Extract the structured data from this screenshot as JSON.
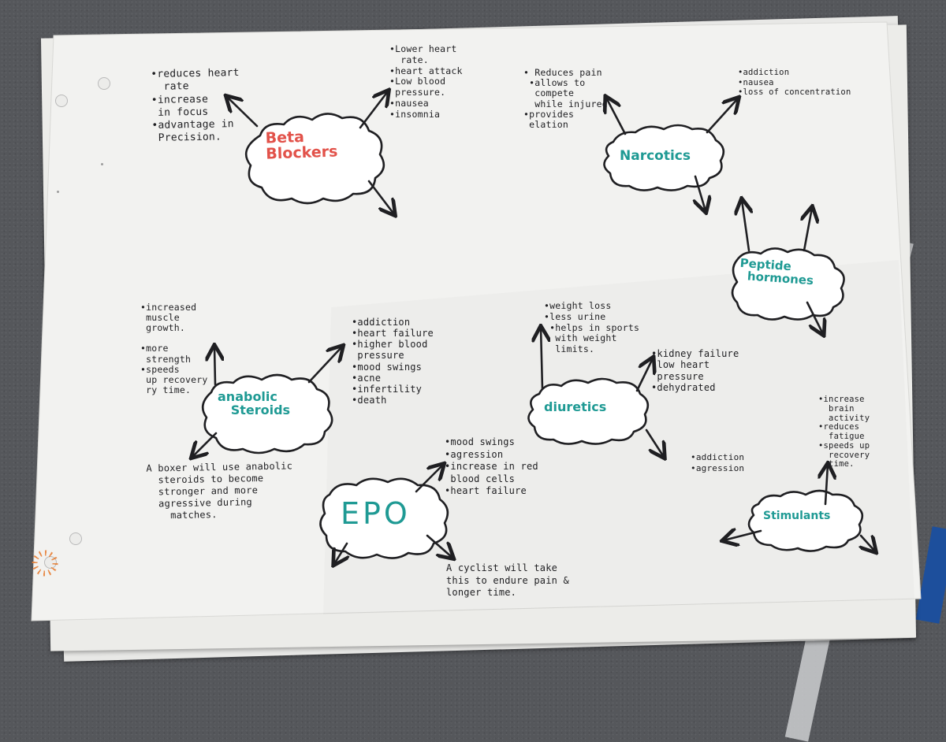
{
  "poster": {
    "beta_blockers": {
      "title": "Beta\nBlockers",
      "benefits": "•reduces heart\n  rate\n•increase\n in focus\n•advantage in\n Precision.",
      "side_effects": "•Lower heart\n  rate.\n•heart attack\n•Low blood\n pressure.\n•nausea\n•insomnia"
    },
    "narcotics": {
      "title": "Narcotics",
      "benefits": "• Reduces pain\n •allows to\n  compete\n  while injured.\n•provides\n elation",
      "side_effects": "•addiction\n•nausea\n•loss of concentration"
    },
    "peptide_hormones": {
      "title": "Peptide\n  hormones"
    },
    "anabolic_steroids": {
      "title": "anabolic\n   Steroids",
      "benefits": "•increased\n muscle\n growth.\n\n•more\n strength\n•speeds\n up recovery\n ry time.",
      "side_effects": "•addiction\n•heart failure\n•higher blood\n pressure\n•mood swings\n•acne\n•infertility\n•death",
      "example": "A boxer will use anabolic\n  steroids to become\n  stronger and more\n  agressive during\n    matches."
    },
    "diuretics": {
      "title": "diuretics",
      "benefits": "•weight loss\n•less urine\n •helps in sports\n  with weight\n  limits.",
      "side_effects": "•kidney failure\n•low heart\n pressure\n•dehydrated"
    },
    "epo": {
      "title": "EPO",
      "side_effects": "•mood swings\n•agression\n•increase in red\n blood cells\n•heart failure",
      "example": "A cyclist will take\nthis to endure pain &\nlonger time."
    },
    "stimulants": {
      "title": "Stimulants",
      "benefits": "•increase\n  brain\n  activity\n•reduces\n  fatigue\n•speeds up\n  recovery\n  time.",
      "side_effects": "•addiction\n•agression"
    }
  },
  "colors": {
    "red_ink": "#e2524a",
    "teal_ink": "#1f9a94",
    "black_ink": "#1f1f22",
    "paper": "#f1f1ef",
    "carpet": "#55575b"
  }
}
